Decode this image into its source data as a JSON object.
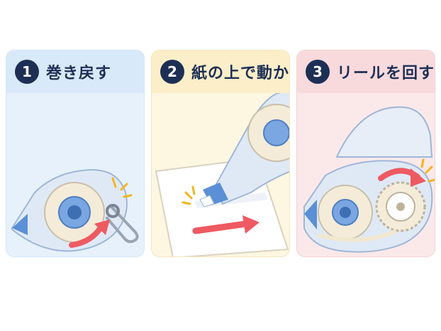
{
  "steps": [
    {
      "number": "1",
      "title": "巻き戻す"
    },
    {
      "number": "2",
      "title": "紙の上で動かす"
    },
    {
      "number": "3",
      "title": "リールを回す"
    }
  ],
  "colors": {
    "panel1_bg": "#e6f1fb",
    "panel2_bg": "#fdf6e1",
    "panel3_bg": "#fbe9ea",
    "badge": "#1e2f55",
    "arrow": "#ee5a62",
    "tape_blue": "#5b8fd6"
  },
  "icons": [
    "tape-dispenser-icon",
    "paperclip-icon",
    "arrow-icon",
    "paper-icon",
    "reel-icon",
    "sparkle-icon"
  ]
}
